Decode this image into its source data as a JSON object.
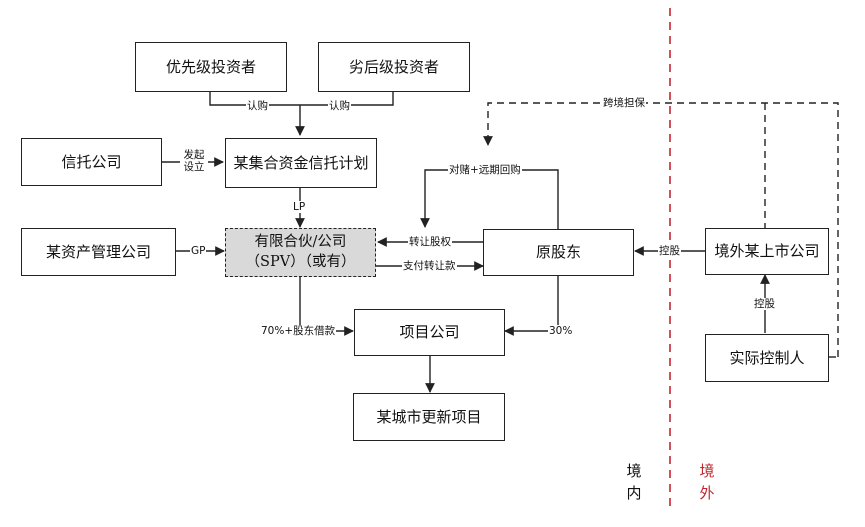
{
  "nodes": {
    "priority_investor": "优先级投资者",
    "subordinate_investor": "劣后级投资者",
    "trust_company": "信托公司",
    "trust_plan": "某集合资金信托计划",
    "asset_manager": "某资产管理公司",
    "spv_line1": "有限合伙/公司",
    "spv_line2": "（SPV）（或有）",
    "original_shareholder": "原股东",
    "overseas_listed": "境外某上市公司",
    "project_company": "项目公司",
    "actual_controller": "实际控制人",
    "urban_renewal": "某城市更新项目"
  },
  "edge_labels": {
    "subscribe_left": "认购",
    "subscribe_right": "认购",
    "initiate_setup": "发起设立",
    "lp": "LP",
    "gp": "GP",
    "vam_repurchase": "对赌+远期回购",
    "cross_border_guarantee": "跨境担保",
    "transfer_equity": "转让股权",
    "pay_transfer": "支付转让款",
    "holding_left": "控股",
    "holding_bottom": "控股",
    "loan_70": "70%+股东借款",
    "pct_30": "30%"
  },
  "regions": {
    "domestic": "境内",
    "overseas": "境外"
  },
  "colors": {
    "line": "#222222",
    "border_divider": "#c1272d",
    "spv_fill": "#d9d9d9"
  }
}
